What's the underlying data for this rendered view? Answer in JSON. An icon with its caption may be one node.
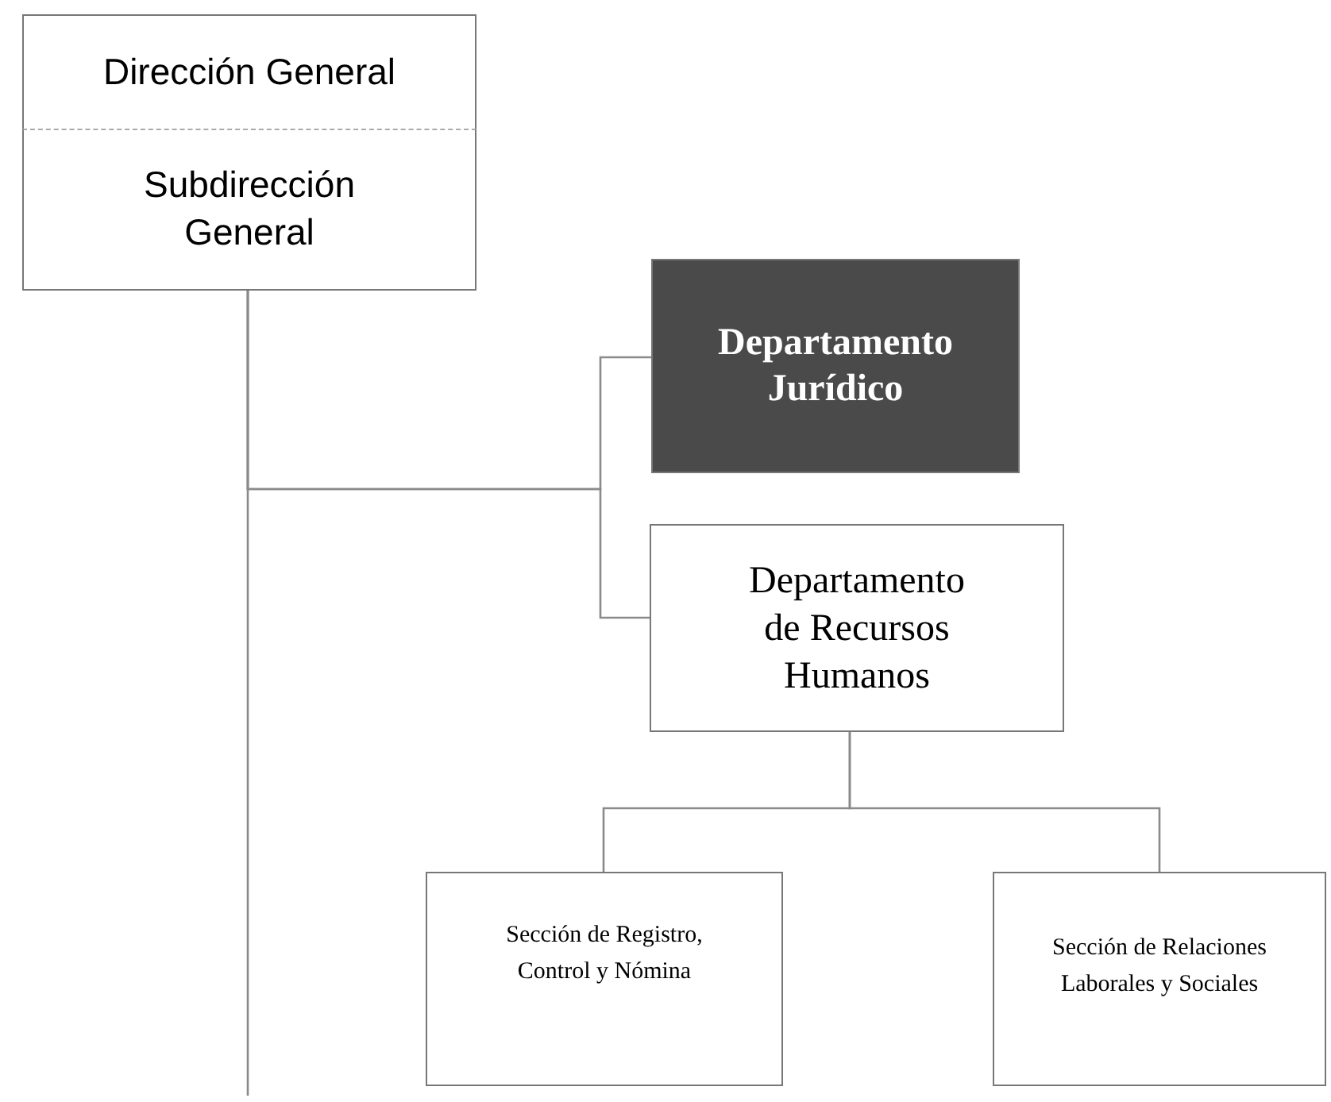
{
  "diagram": {
    "nodes": [
      {
        "text": [
          "Dirección General"
        ]
      },
      {
        "text": [
          "Subdirección General"
        ]
      },
      {
        "text": [
          "Departamento Jurídico"
        ]
      },
      {
        "text": [
          "Departamento de Recursos Humanos"
        ]
      },
      {
        "text": [
          "Sección de Registro, Control y Nómina"
        ]
      },
      {
        "text": [
          "Sección de Relaciones Laborales y Sociales"
        ]
      }
    ],
    "edges": [
      {
        "from": 1,
        "to": 2,
        "arrow": "none"
      },
      {
        "from": 1,
        "to": 3,
        "arrow": "none"
      },
      {
        "from": 1,
        "to": null,
        "arrow": "none"
      },
      {
        "from": 3,
        "to": 4,
        "arrow": "none"
      },
      {
        "from": 3,
        "to": 5,
        "arrow": "none"
      }
    ]
  }
}
